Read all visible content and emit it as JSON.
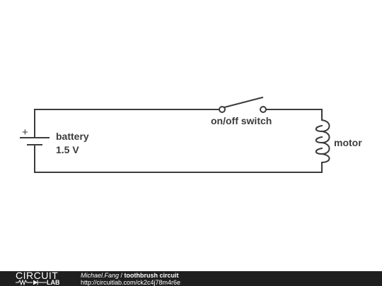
{
  "diagram": {
    "components": {
      "battery": {
        "name": "battery",
        "value": "1.5 V",
        "polarity_symbol": "+"
      },
      "switch": {
        "name": "on/off switch"
      },
      "motor": {
        "name": "motor"
      }
    },
    "wire_color": "#3c3c3c"
  },
  "footer": {
    "logo_top": "CIRCUIT",
    "logo_bottom": "LAB",
    "author": "Michael.Fang",
    "separator": " / ",
    "title": "toothbrush circuit",
    "url": "http://circuitlab.com/ck2c4j78m4r6e",
    "background": "#1f1f1f"
  }
}
